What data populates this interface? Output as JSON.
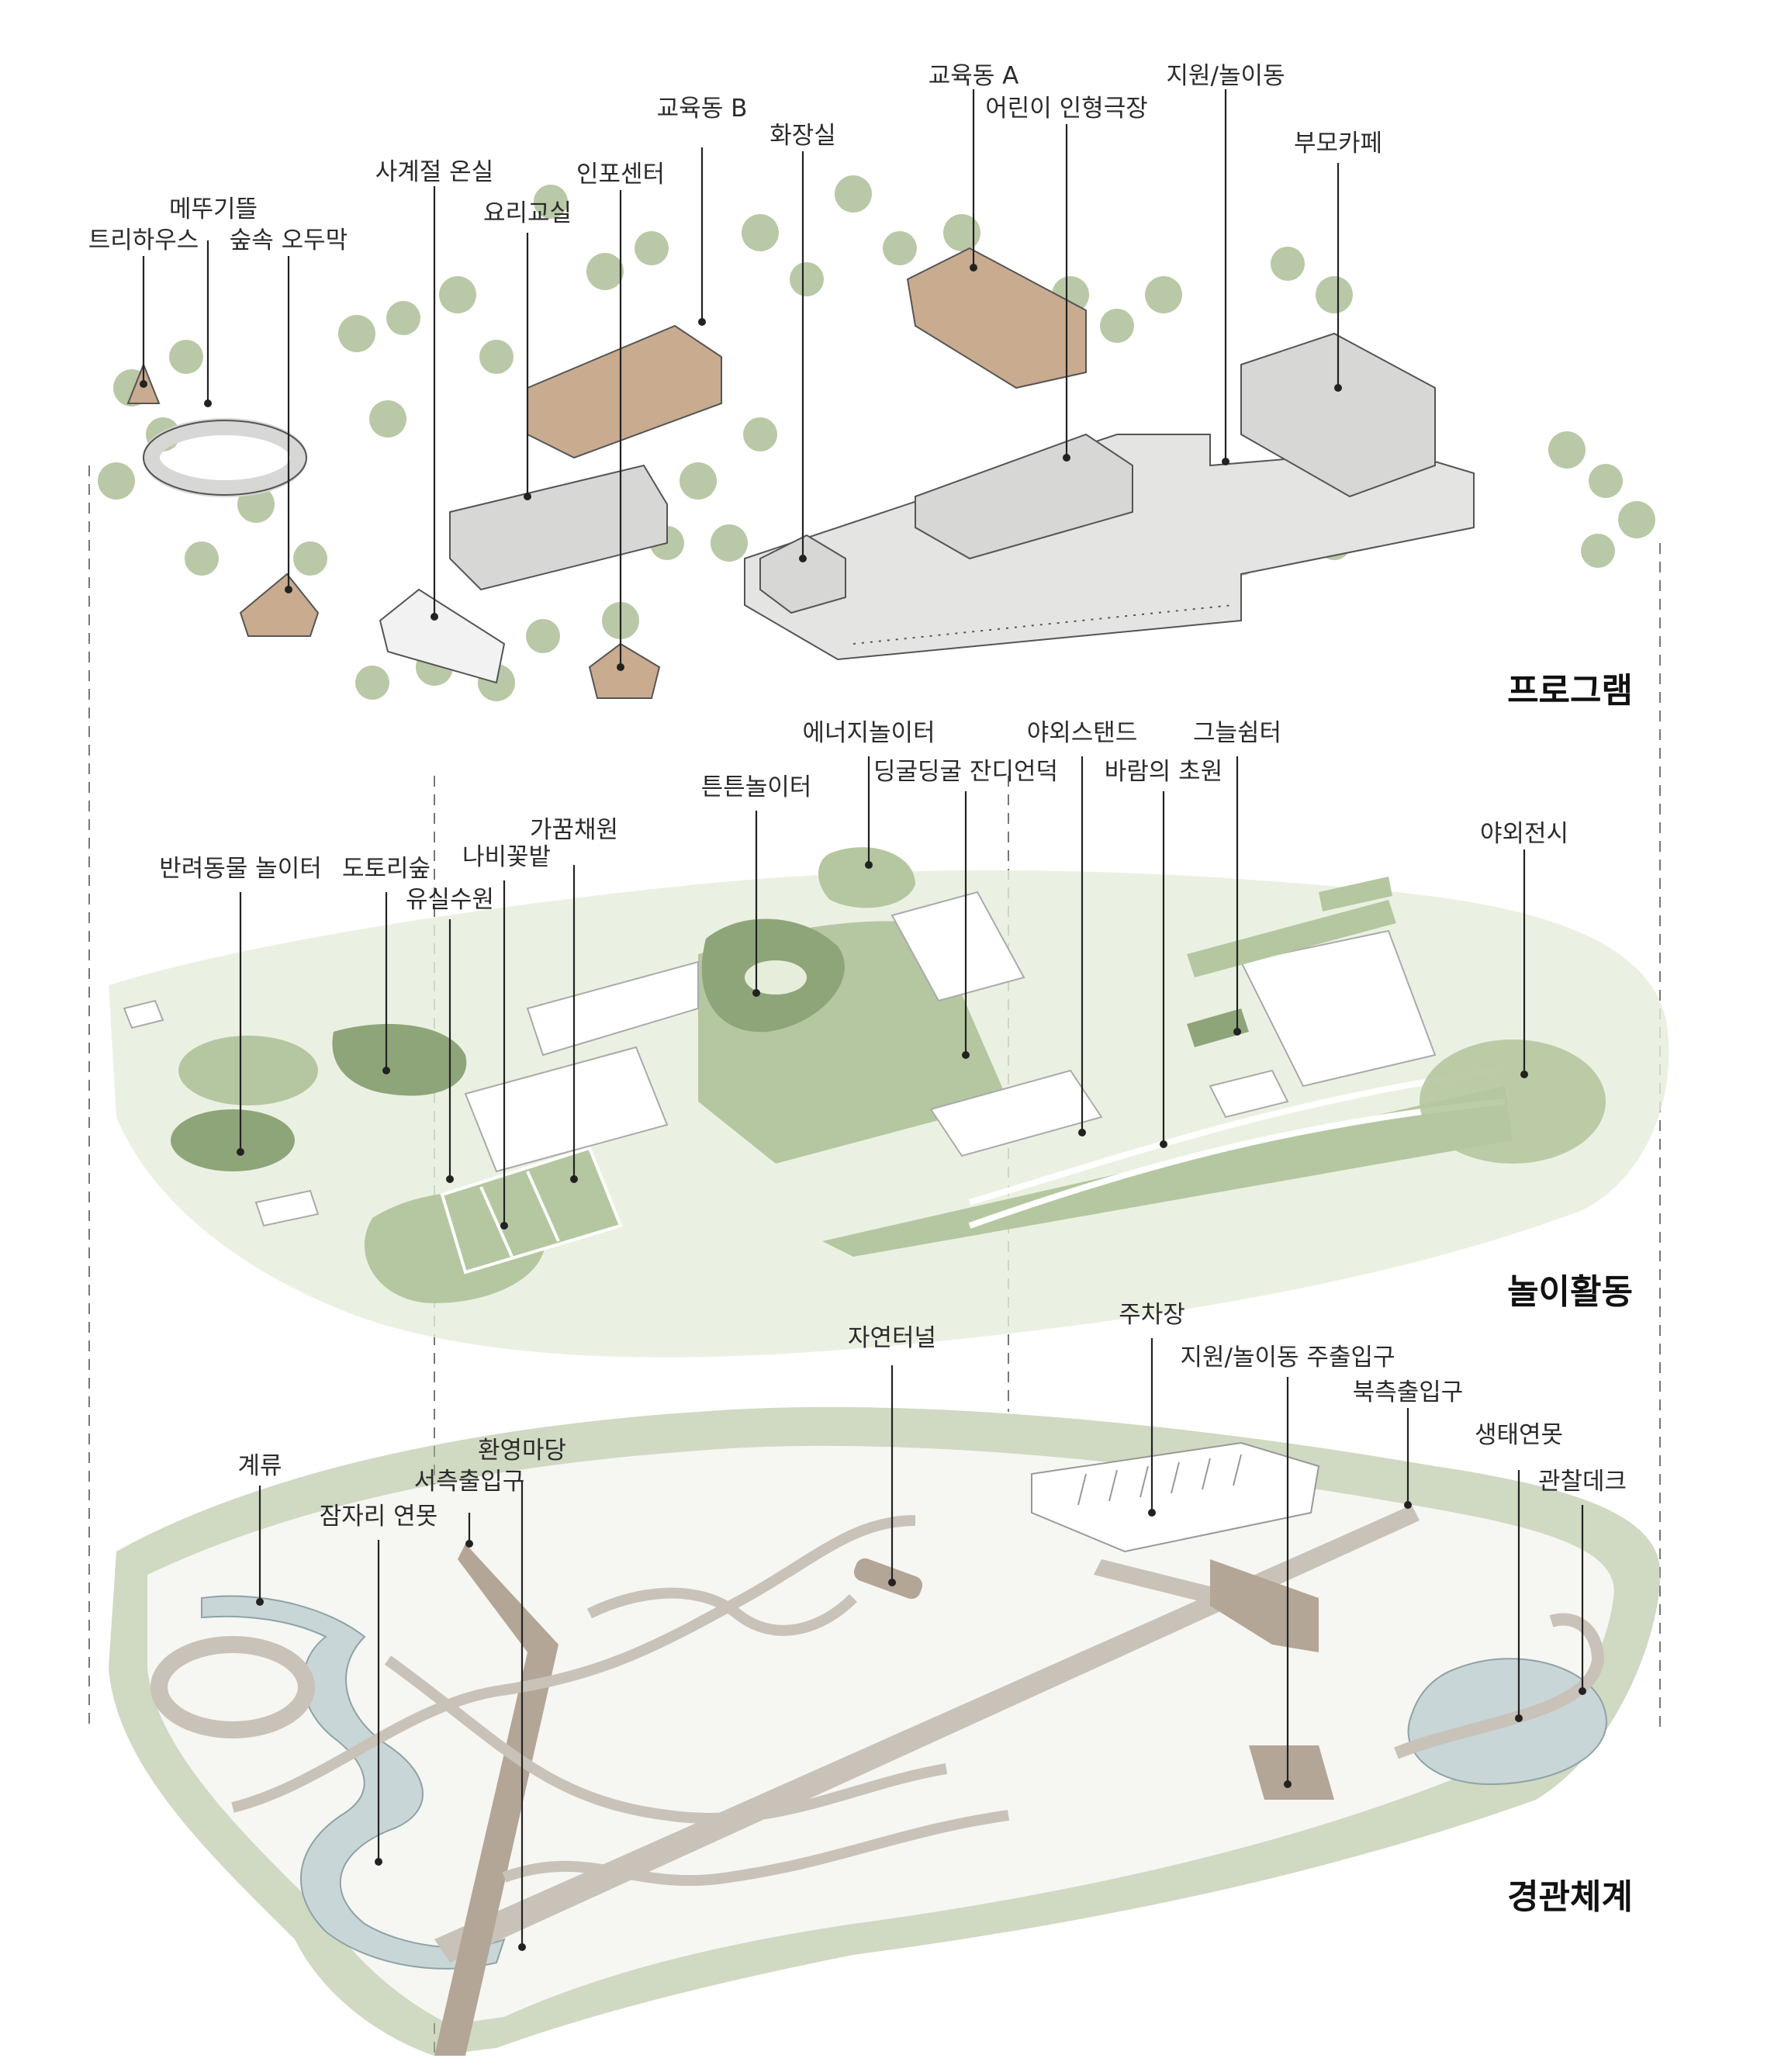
{
  "sections": {
    "program": "프로그램",
    "play": "놀이활동",
    "landscape": "경관체계"
  },
  "program_labels": {
    "treehouse": "트리하우스",
    "grasshopper_garden": "메뚜기뜰",
    "forest_hut": "숲속 오두막",
    "seasons_greenhouse": "사계절 온실",
    "cooking_class": "요리교실",
    "info_center": "인포센터",
    "edu_b": "교육동 B",
    "restroom": "화장실",
    "edu_a": "교육동 A",
    "puppet_theater": "어린이 인형극장",
    "support_play": "지원/놀이동",
    "parent_cafe": "부모카페"
  },
  "play_labels": {
    "energy_playground": "에너지놀이터",
    "outdoor_stand": "야외스탠드",
    "shade_shelter": "그늘쉼터",
    "rolling_hill": "딩굴딩굴 잔디언덕",
    "wind_meadow": "바람의 초원",
    "sturdy_playground": "튼튼놀이터",
    "harvest_garden": "가꿈채원",
    "outdoor_exhibit": "야외전시",
    "pet_playground": "반려동물 놀이터",
    "acorn_forest": "도토리숲",
    "butterfly_field": "나비꽃밭",
    "fruit_orchard": "유실수원"
  },
  "landscape_labels": {
    "parking": "주차장",
    "nature_tunnel": "자연터널",
    "main_entrance": "지원/놀이동 주출입구",
    "north_entrance": "북측출입구",
    "welcome_yard": "환영마당",
    "stream": "계류",
    "eco_pond": "생태연못",
    "west_entrance": "서측출입구",
    "observation_deck": "관찰데크",
    "dragonfly_pond": "잠자리 연못"
  },
  "colors": {
    "tree": "#b9c8a6",
    "tree_dark": "#8fa57d",
    "building_roof": "#d7d7d6",
    "building_wood": "#c9ab8f",
    "play_light": "#e6eedb",
    "play_mid": "#b5c7a0",
    "play_dark": "#8ea57a",
    "path": "#c9c2b9",
    "path_dark": "#b3a697",
    "water": "#c9d6d8",
    "ground_green": "#a9b98f"
  }
}
